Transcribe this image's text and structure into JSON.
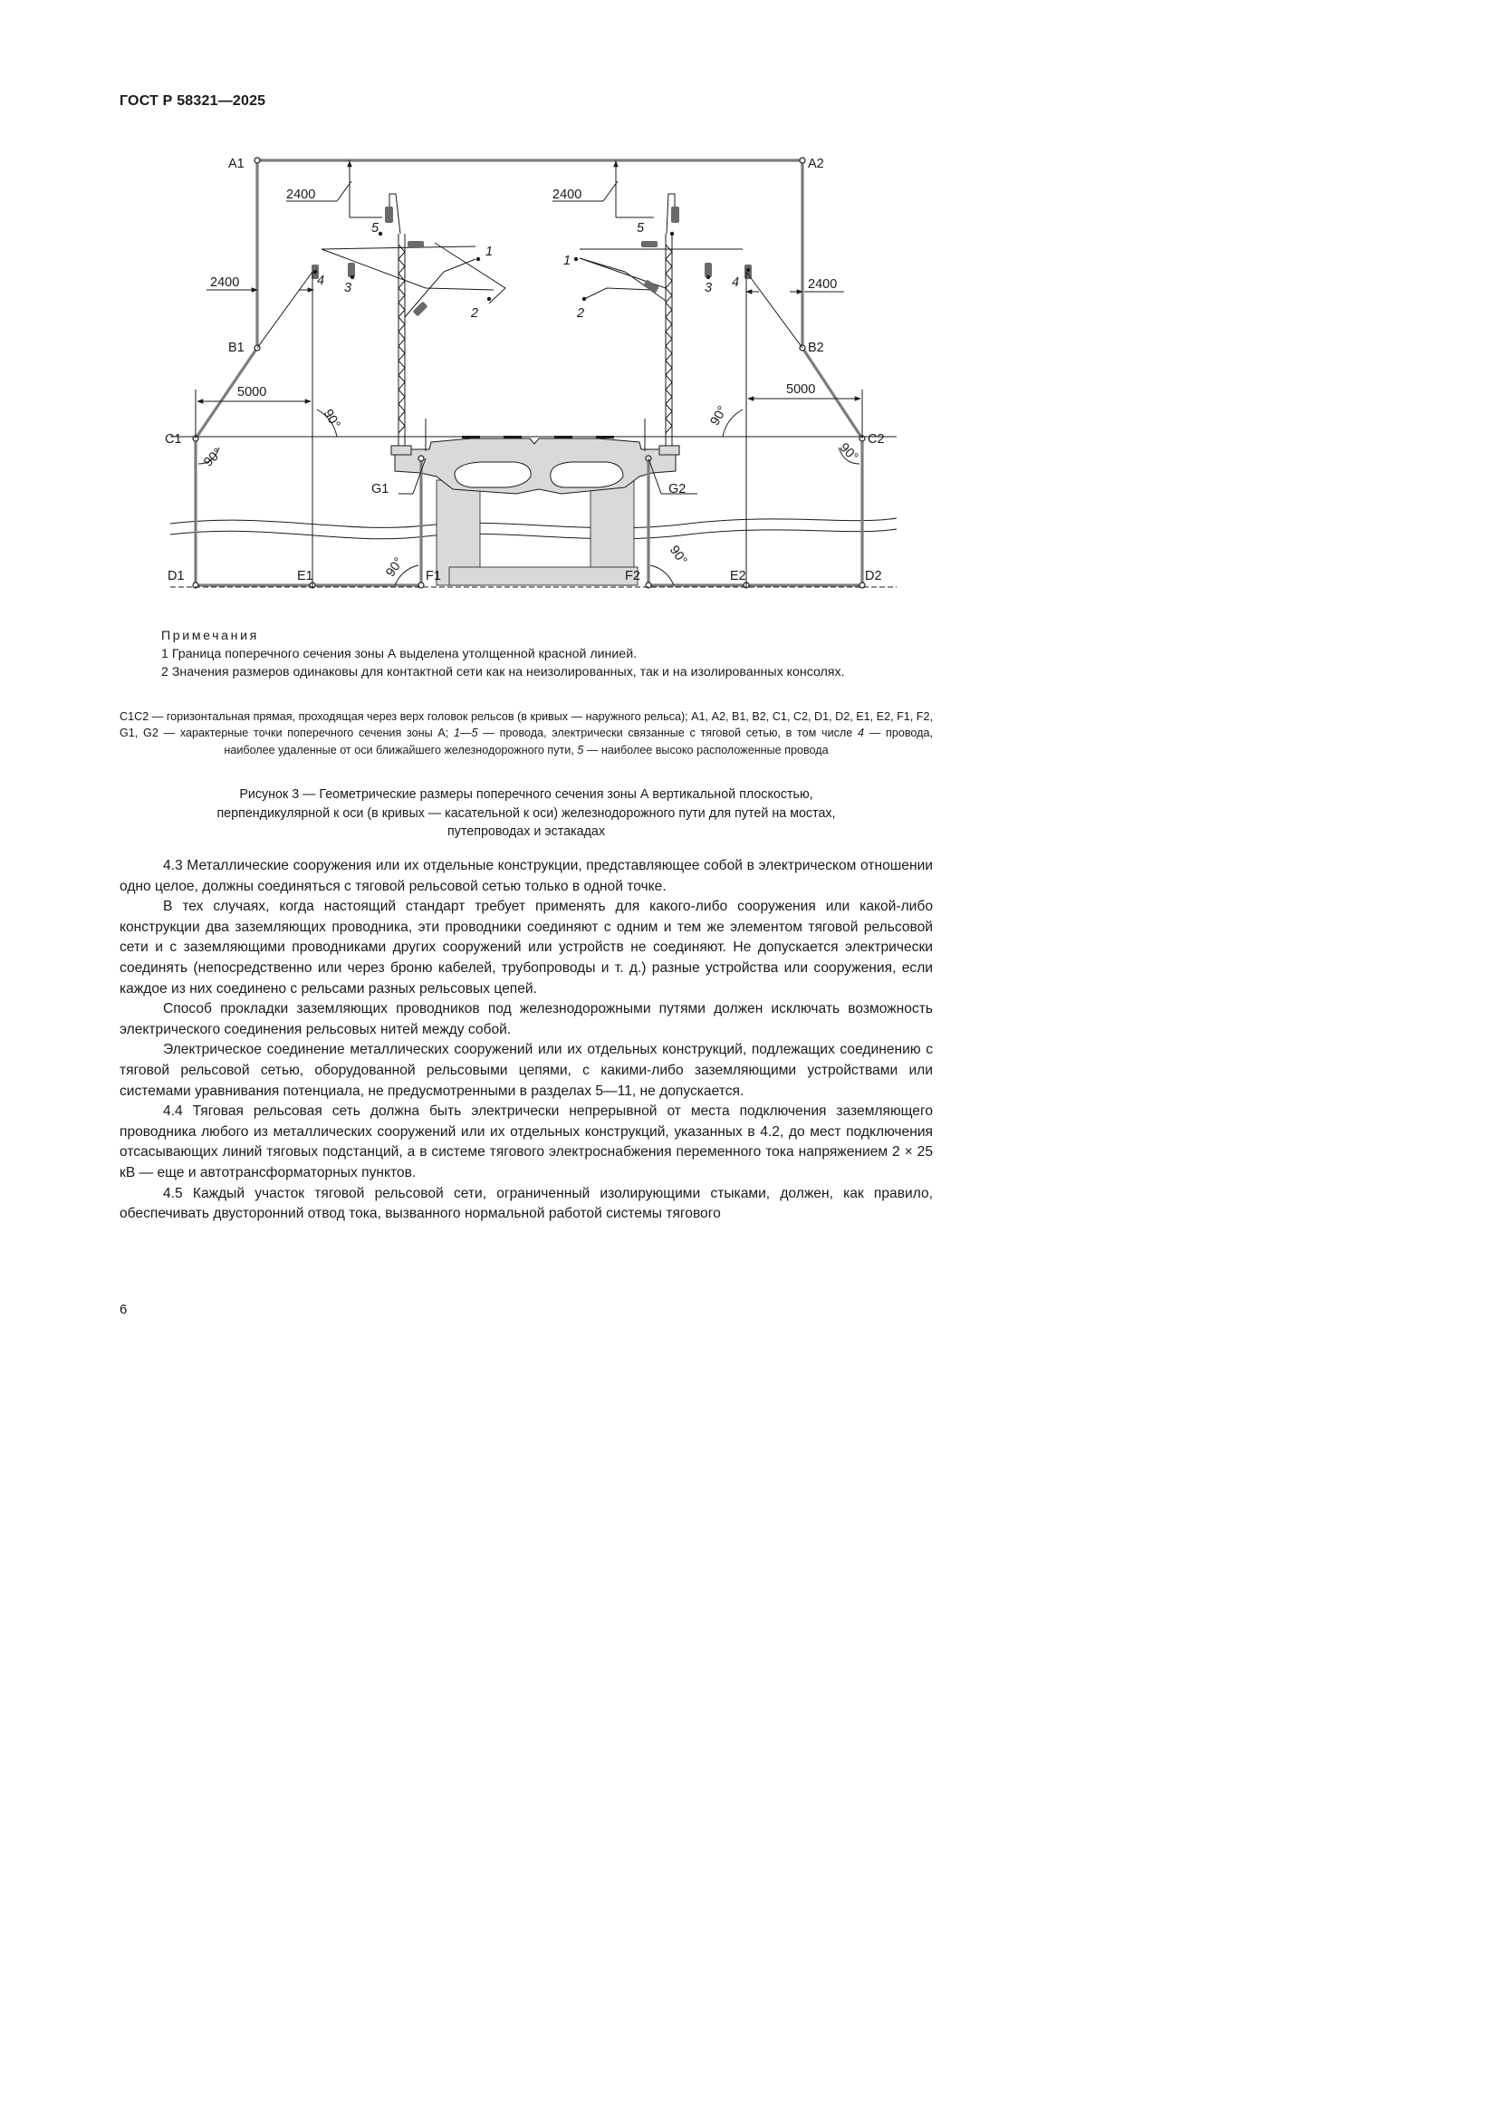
{
  "header": {
    "standard": "ГОСТ Р 58321—2025"
  },
  "figure": {
    "points": {
      "A1": "A1",
      "A2": "A2",
      "B1": "B1",
      "B2": "B2",
      "C1": "C1",
      "C2": "C2",
      "D1": "D1",
      "D2": "D2",
      "E1": "E1",
      "E2": "E2",
      "F1": "F1",
      "F2": "F2",
      "G1": "G1",
      "G2": "G2"
    },
    "dimensions": {
      "d2400": "2400",
      "d5000": "5000",
      "angle90": "90°"
    },
    "wire_numbers": {
      "n1": "1",
      "n2": "2",
      "n3": "3",
      "n4": "4",
      "n5": "5"
    },
    "colors": {
      "boundary": "#7d7d7d",
      "lines": "#1a1a1a",
      "concrete": "#d9d9d9"
    }
  },
  "notes": {
    "title": "Примечания",
    "items": [
      "1 Граница поперечного сечения зоны А выделена утолщенной красной линией.",
      "2 Значения размеров одинаковы для контактной сети как на неизолированных, так и на изолированных консолях."
    ]
  },
  "legend": {
    "text_a": "С1С2 — горизонтальная прямая, проходящая через верх головок рельсов (в кривых — наружного рельса); А1, А2, В1, В2, С1, С2, D1, D2, Е1, Е2, F1, F2, G1, G2 — характерные точки поперечного сечения зоны А; ",
    "range": "1—5",
    "text_b": " — провода, электрически связанные с тяговой сетью, в том числе ",
    "n4": "4",
    "text_c": " — провода, наиболее удаленные от оси ближайшего железнодорожного пути, ",
    "n5": "5",
    "text_d": " — наиболее высоко расположенные провода"
  },
  "caption": {
    "line1": "Рисунок 3 — Геометрические размеры поперечного сечения зоны А вертикальной плоскостью,",
    "line2": "перпендикулярной к оси (в кривых — касательной к оси) железнодорожного пути для путей на мостах,",
    "line3": "путепроводах и эстакадах"
  },
  "body": {
    "paragraphs": [
      "4.3 Металлические сооружения или их отдельные конструкции, представляющее собой в электрическом отношении одно целое, должны соединяться с тяговой рельсовой сетью только в одной точке.",
      "В тех случаях, когда настоящий стандарт требует применять для какого-либо сооружения или какой-либо конструкции два заземляющих проводника, эти проводники соединяют с одним и тем же элементом тяговой рельсовой сети и с заземляющими проводниками других сооружений или устройств не соединяют. Не допускается электрически соединять (непосредственно или через броню кабелей, трубопроводы и т. д.) разные устройства или сооружения, если каждое из них соединено с рельсами разных рельсовых цепей.",
      "Способ прокладки заземляющих проводников под железнодорожными путями должен исключать возможность электрического соединения рельсовых нитей между собой.",
      "Электрическое соединение металлических сооружений или их отдельных конструкций, подлежащих соединению с тяговой рельсовой сетью, оборудованной рельсовыми цепями, с какими-либо заземляющими устройствами или системами уравнивания потенциала, не предусмотренными в разделах 5—11, не допускается.",
      "4.4 Тяговая рельсовая сеть должна быть электрически непрерывной от места подключения заземляющего проводника любого из металлических сооружений или их отдельных конструкций, указанных в 4.2, до мест подключения отсасывающих линий тяговых подстанций, а в системе тягового электроснабжения переменного тока напряжением 2 × 25 кВ — еще и автотрансформаторных пунктов.",
      "4.5 Каждый участок тяговой рельсовой сети, ограниченный изолирующими стыками, должен, как правило, обеспечивать двусторонний отвод тока, вызванного нормальной работой системы тягового"
    ]
  },
  "footer": {
    "page_number": "6"
  }
}
